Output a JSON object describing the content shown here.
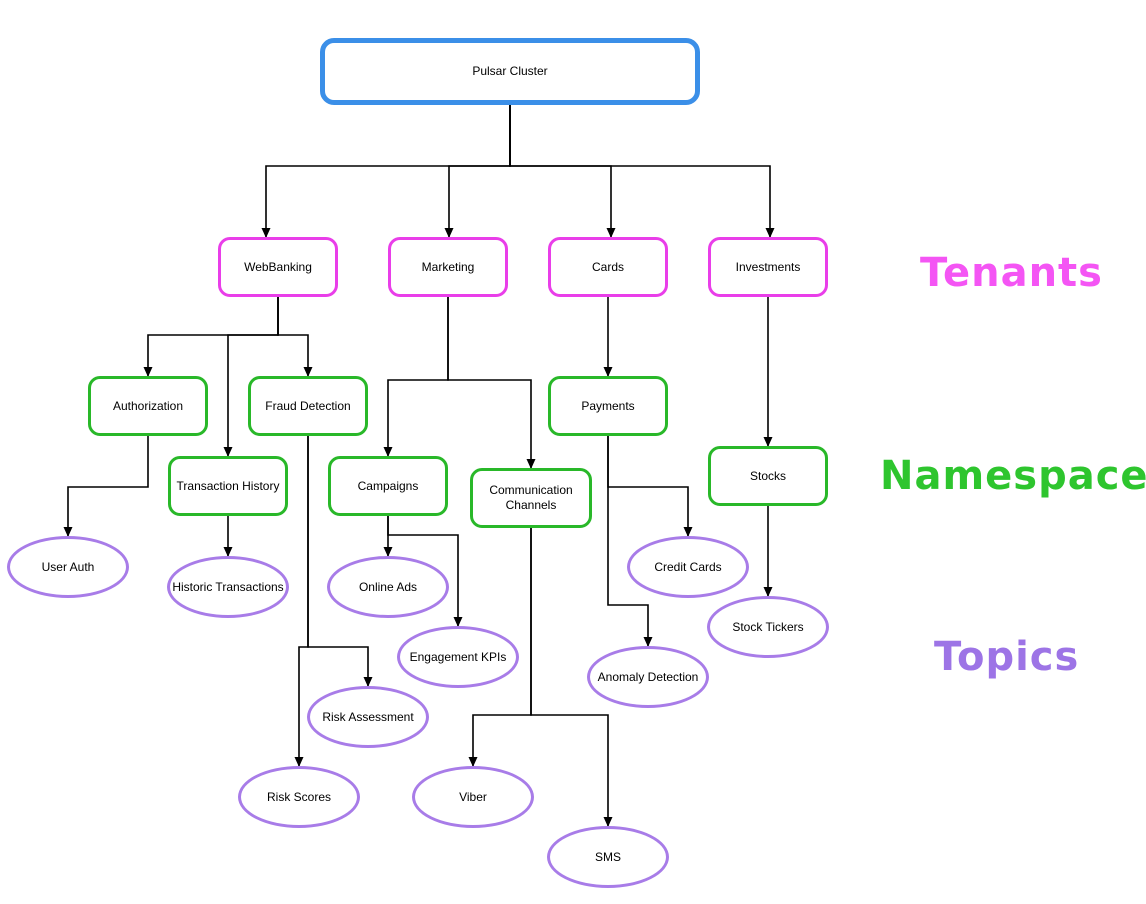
{
  "diagram": {
    "nodes": [
      {
        "id": "pulsar-cluster",
        "label": "Pulsar Cluster",
        "type": "cluster"
      },
      {
        "id": "webbanking",
        "label": "WebBanking",
        "type": "tenant"
      },
      {
        "id": "marketing",
        "label": "Marketing",
        "type": "tenant"
      },
      {
        "id": "cards",
        "label": "Cards",
        "type": "tenant"
      },
      {
        "id": "investments",
        "label": "Investments",
        "type": "tenant"
      },
      {
        "id": "authorization",
        "label": "Authorization",
        "type": "namespace"
      },
      {
        "id": "fraud-detection",
        "label": "Fraud Detection",
        "type": "namespace"
      },
      {
        "id": "transaction-history",
        "label": "Transaction History",
        "type": "namespace"
      },
      {
        "id": "campaigns",
        "label": "Campaigns",
        "type": "namespace"
      },
      {
        "id": "communication-channels",
        "label": "Communication Channels",
        "type": "namespace"
      },
      {
        "id": "payments",
        "label": "Payments",
        "type": "namespace"
      },
      {
        "id": "stocks",
        "label": "Stocks",
        "type": "namespace"
      },
      {
        "id": "user-auth",
        "label": "User Auth",
        "type": "topic"
      },
      {
        "id": "historic-transactions",
        "label": "Historic Transactions",
        "type": "topic"
      },
      {
        "id": "online-ads",
        "label": "Online Ads",
        "type": "topic"
      },
      {
        "id": "engagement-kpis",
        "label": "Engagement KPIs",
        "type": "topic"
      },
      {
        "id": "risk-assessment",
        "label": "Risk Assessment",
        "type": "topic"
      },
      {
        "id": "risk-scores",
        "label": "Risk Scores",
        "type": "topic"
      },
      {
        "id": "viber",
        "label": "Viber",
        "type": "topic"
      },
      {
        "id": "sms",
        "label": "SMS",
        "type": "topic"
      },
      {
        "id": "credit-cards",
        "label": "Credit Cards",
        "type": "topic"
      },
      {
        "id": "anomaly-detection",
        "label": "Anomaly Detection",
        "type": "topic"
      },
      {
        "id": "stock-tickers",
        "label": "Stock Tickers",
        "type": "topic"
      }
    ],
    "edges": [
      {
        "from": "pulsar-cluster",
        "to": "webbanking"
      },
      {
        "from": "pulsar-cluster",
        "to": "marketing"
      },
      {
        "from": "pulsar-cluster",
        "to": "cards"
      },
      {
        "from": "pulsar-cluster",
        "to": "investments"
      },
      {
        "from": "webbanking",
        "to": "authorization"
      },
      {
        "from": "webbanking",
        "to": "transaction-history"
      },
      {
        "from": "webbanking",
        "to": "fraud-detection"
      },
      {
        "from": "marketing",
        "to": "campaigns"
      },
      {
        "from": "marketing",
        "to": "communication-channels"
      },
      {
        "from": "cards",
        "to": "payments"
      },
      {
        "from": "investments",
        "to": "stocks"
      },
      {
        "from": "authorization",
        "to": "user-auth"
      },
      {
        "from": "transaction-history",
        "to": "historic-transactions"
      },
      {
        "from": "fraud-detection",
        "to": "risk-assessment"
      },
      {
        "from": "fraud-detection",
        "to": "risk-scores"
      },
      {
        "from": "campaigns",
        "to": "online-ads"
      },
      {
        "from": "campaigns",
        "to": "engagement-kpis"
      },
      {
        "from": "communication-channels",
        "to": "viber"
      },
      {
        "from": "communication-channels",
        "to": "sms"
      },
      {
        "from": "payments",
        "to": "credit-cards"
      },
      {
        "from": "payments",
        "to": "anomaly-detection"
      },
      {
        "from": "stocks",
        "to": "stock-tickers"
      }
    ],
    "legend": [
      {
        "id": "tenants",
        "label": "Tenants",
        "color": "#f455f4"
      },
      {
        "id": "namespaces",
        "label": "Namespaces",
        "color": "#2ec52e"
      },
      {
        "id": "topics",
        "label": "Topics",
        "color": "#9d74e6"
      }
    ],
    "colors": {
      "cluster_border": "#3b8fe8",
      "tenant_border": "#e93ee9",
      "namespace_border": "#29b829",
      "topic_border": "#a87ce8",
      "edge": "#000000"
    }
  }
}
